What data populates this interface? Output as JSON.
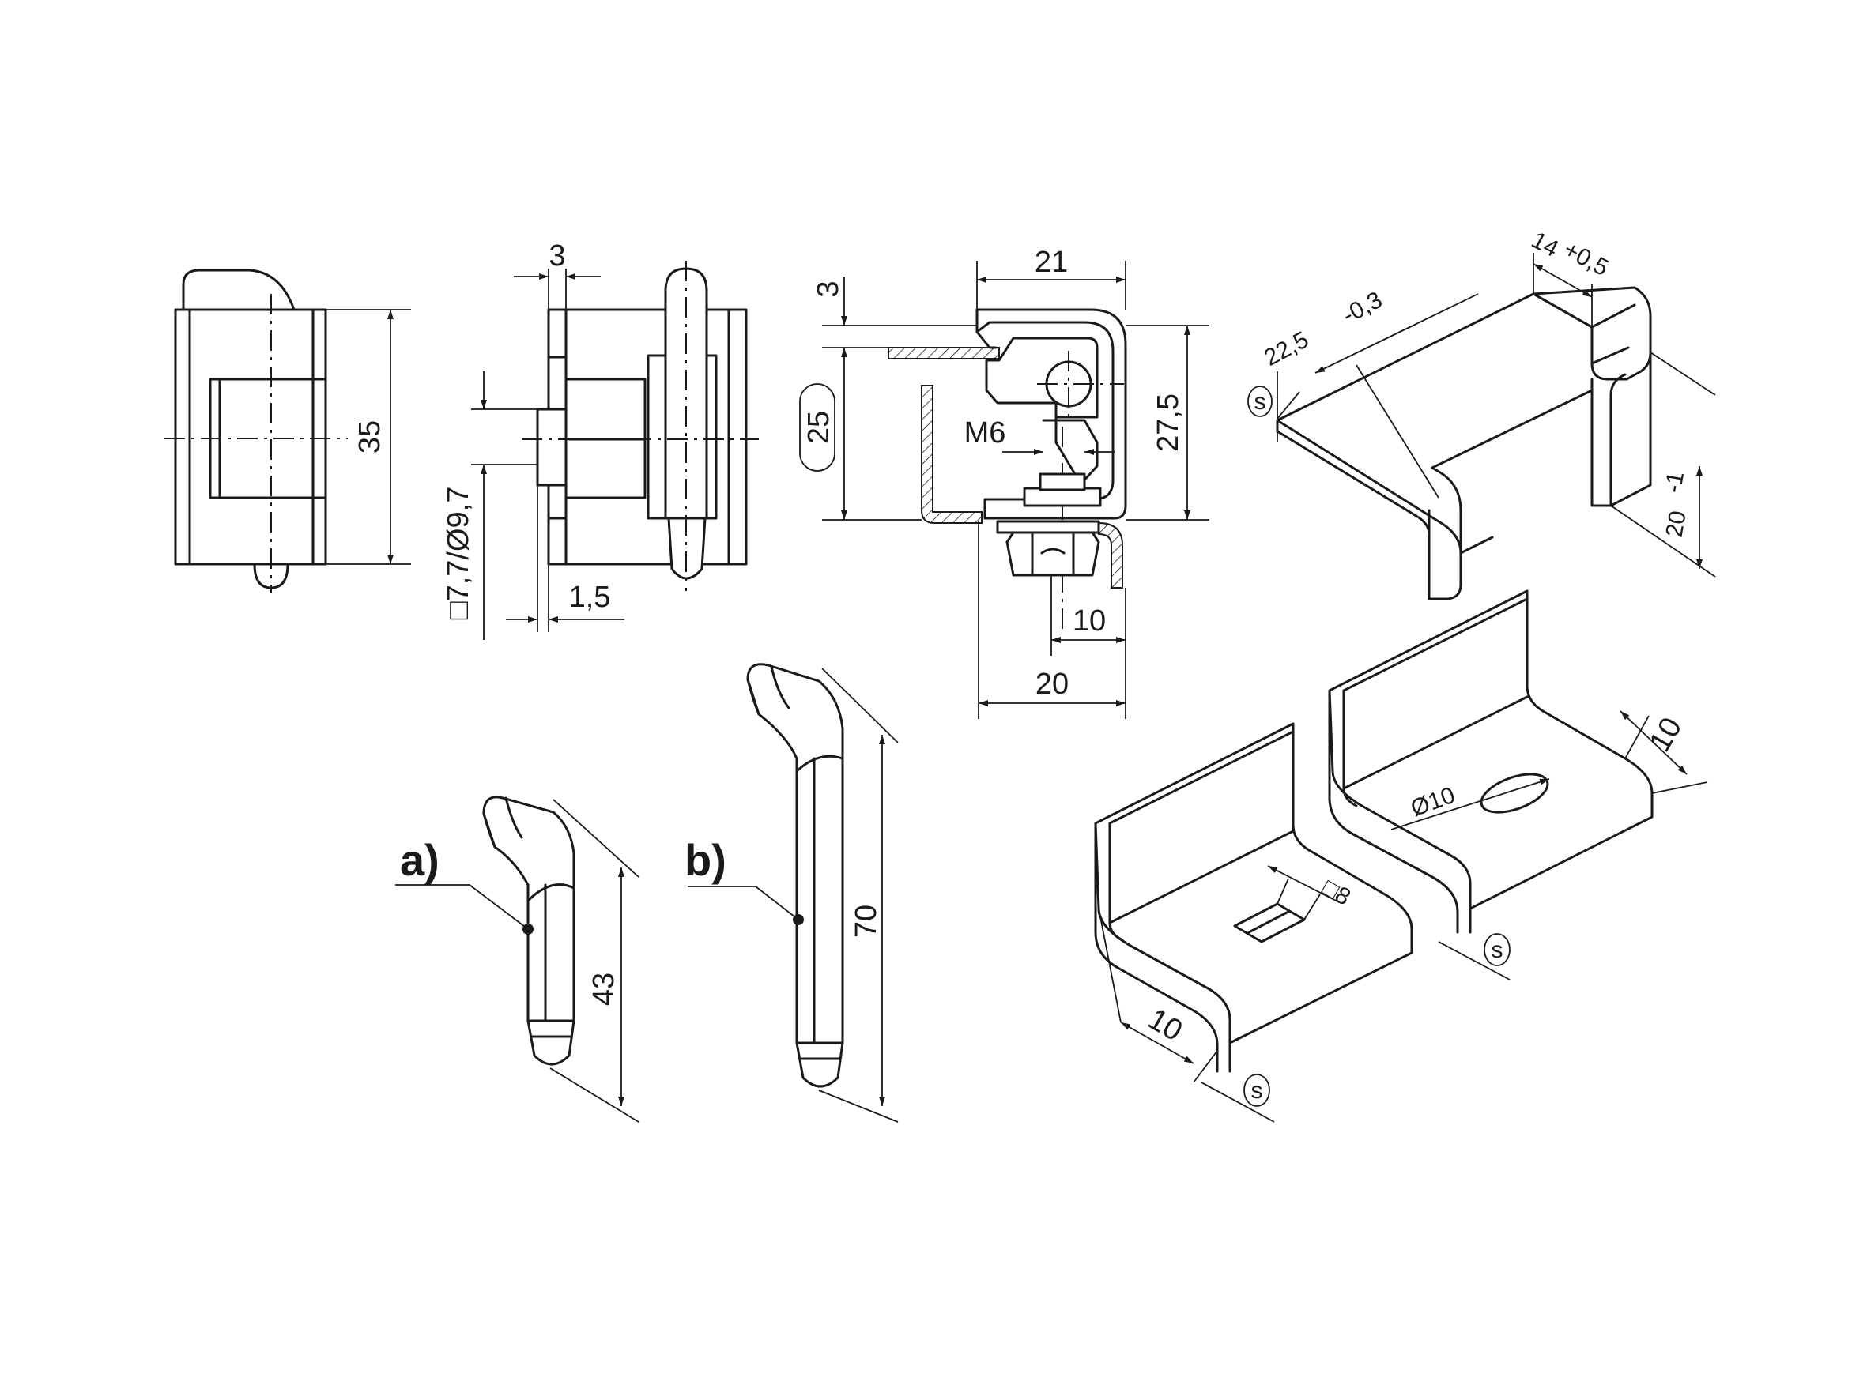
{
  "figure": {
    "front_view": {
      "height_dim": "35"
    },
    "side_view": {
      "top_dim": "3",
      "shaft_dim": "□7,7/Ø9,7",
      "bottom_dim": "1,5"
    },
    "section_view": {
      "top_width": "21",
      "left_thickness": "3",
      "left_height_boxed": "25",
      "right_height": "27,5",
      "thread": "M6",
      "bottom_small": "10",
      "bottom_width": "20"
    },
    "pins": {
      "a": {
        "label": "a)",
        "length": "43"
      },
      "b": {
        "label": "b)",
        "length": "70"
      }
    },
    "bracket_top": {
      "dim_width": "22,5",
      "dim_width_tol": "-0,3",
      "dim_gap": "14",
      "dim_gap_tol": "+0,5",
      "dim_height": "20",
      "dim_height_tol": "-1",
      "thickness_symbol": "s"
    },
    "bracket_left": {
      "square_hole": "□8",
      "flange": "10",
      "thickness_symbol": "s"
    },
    "bracket_right": {
      "round_hole": "Ø10",
      "flange": "10",
      "thickness_symbol": "s"
    }
  }
}
